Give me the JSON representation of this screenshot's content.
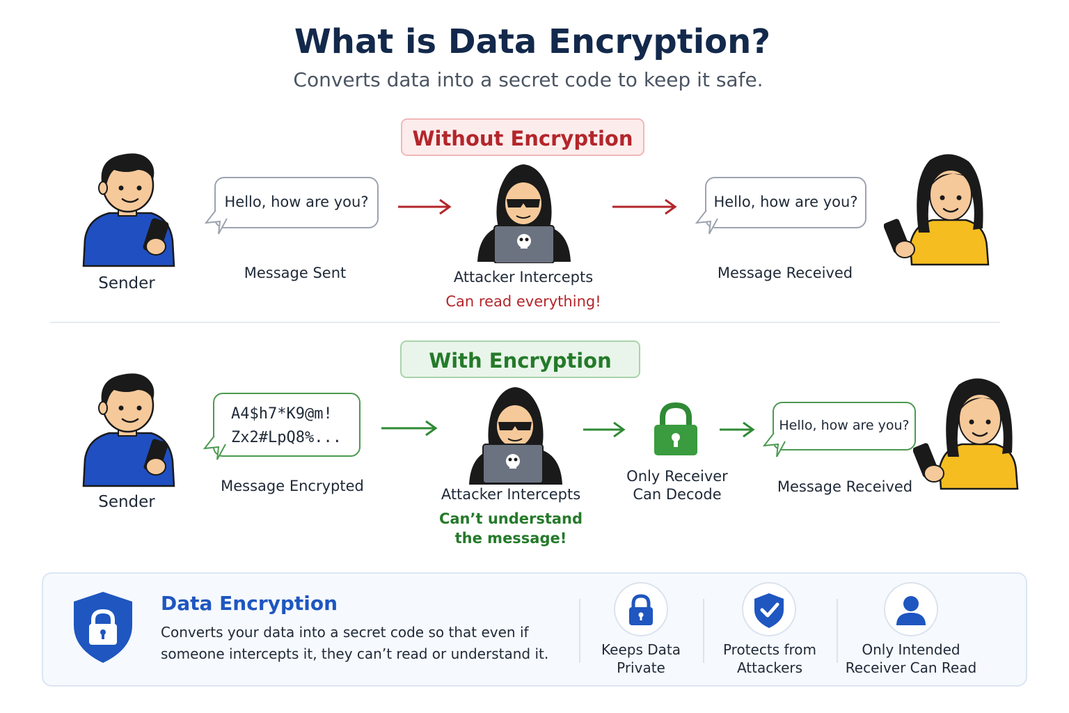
{
  "header": {
    "title": "What is Data Encryption?",
    "subtitle": "Converts data into a secret code to keep it safe."
  },
  "without": {
    "section_label": "Without Encryption",
    "sender_label": "Sender",
    "message_text": "Hello, how are you?",
    "message_caption": "Message Sent",
    "attacker_caption": "Attacker Intercepts",
    "attacker_result": "Can read everything!",
    "received_text": "Hello, how are you?",
    "received_caption": "Message Received"
  },
  "with": {
    "section_label": "With Encryption",
    "sender_label": "Sender",
    "encrypted_line1": "A4$h7*K9@m!",
    "encrypted_line2": "Zx2#LpQ8%...",
    "message_caption": "Message Encrypted",
    "attacker_caption": "Attacker Intercepts",
    "attacker_result_line1": "Can’t understand",
    "attacker_result_line2": "the message!",
    "lock_caption_line1": "Only Receiver",
    "lock_caption_line2": "Can Decode",
    "received_text": "Hello, how are you?",
    "received_caption": "Message Received"
  },
  "summary": {
    "title": "Data Encryption",
    "description": "Converts your data into a secret code so that even if someone intercepts it, they can’t read or understand it.",
    "features": [
      {
        "icon": "lock-icon",
        "line1": "Keeps Data",
        "line2": "Private"
      },
      {
        "icon": "shield-check-icon",
        "line1": "Protects from",
        "line2": "Attackers"
      },
      {
        "icon": "user-icon",
        "line1": "Only Intended",
        "line2": "Receiver Can Read"
      }
    ]
  },
  "colors": {
    "title": "#13294b",
    "danger": "#b3262b",
    "safe": "#257a2a",
    "accent_blue": "#1f56c0"
  }
}
